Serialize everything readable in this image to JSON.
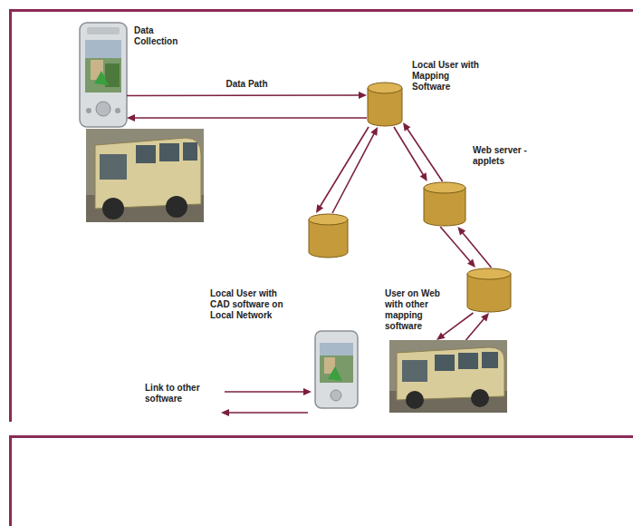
{
  "diagram": {
    "nodes": [
      {
        "text": [
          "Data Collection"
        ]
      },
      {
        "text": [
          "Local User with Mapping Software"
        ]
      },
      {
        "text": [
          "Web server - applets"
        ]
      },
      {
        "text": [
          "Local User with CAD software on Local Network"
        ]
      },
      {
        "text": [
          "User on Web with other mapping software"
        ]
      },
      {
        "text": []
      }
    ],
    "edges": [
      {
        "from": 0,
        "to": 1,
        "label": "Data Path",
        "arrow": "to"
      },
      {
        "from": 1,
        "to": 0,
        "arrow": "to"
      },
      {
        "from": 1,
        "to": 3,
        "arrow": "to"
      },
      {
        "from": 3,
        "to": 1,
        "arrow": "to"
      },
      {
        "from": 1,
        "to": 2,
        "arrow": "to"
      },
      {
        "from": 2,
        "to": 1,
        "arrow": "to"
      },
      {
        "from": 2,
        "to": 4,
        "arrow": "to"
      },
      {
        "from": 4,
        "to": 2,
        "arrow": "to"
      },
      {
        "from": 4,
        "to": 5,
        "arrow": "to"
      },
      {
        "from": 5,
        "to": 4,
        "arrow": "to"
      }
    ],
    "labels": [
      "Link to other software"
    ]
  }
}
